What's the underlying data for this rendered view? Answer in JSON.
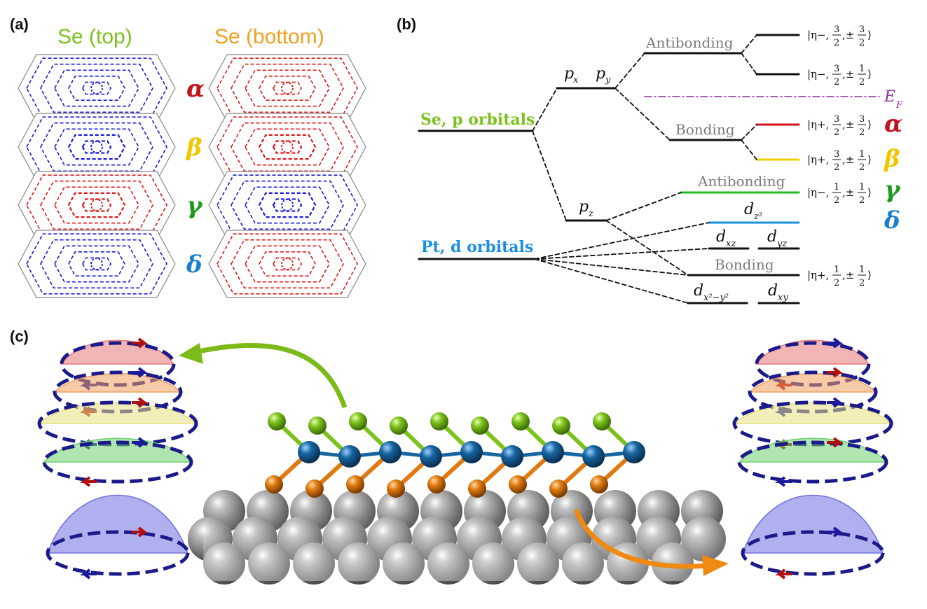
{
  "panels": {
    "a": "(a)",
    "b": "(b)",
    "c": "(c)"
  },
  "panel_a": {
    "col_top": "Se (top)",
    "col_bottom": "Se (bottom)",
    "bands": [
      {
        "label": "α",
        "color": "#c0141e",
        "top_color": "#1a1adb",
        "bottom_color": "#e01818"
      },
      {
        "label": "β",
        "color": "#f1c500",
        "top_color": "#1a1adb",
        "bottom_color": "#e01818"
      },
      {
        "label": "γ",
        "color": "#1e9a1e",
        "top_color": "#e01818",
        "bottom_color": "#1a1adb"
      },
      {
        "label": "δ",
        "color": "#1a7fd0",
        "top_color": "#1a1adb",
        "bottom_color": "#e01818"
      }
    ]
  },
  "panel_b": {
    "se_label": "Se, p orbitals",
    "pt_label": "Pt, d orbitals",
    "se_color": "#7cc21c",
    "pt_color": "#1a8fe0",
    "antibonding_top": "Antibonding",
    "bonding_top": "Bonding",
    "antibonding_mid": "Antibonding",
    "bonding_low": "Bonding",
    "fermi": {
      "main": "E",
      "sub": "F",
      "color": "#8b2a9a"
    },
    "px": {
      "main": "p",
      "sub": "x"
    },
    "py": {
      "main": "p",
      "sub": "y"
    },
    "pz": {
      "main": "p",
      "sub": "z"
    },
    "dz2": {
      "main": "d",
      "sub": "z²"
    },
    "dxz": {
      "main": "d",
      "sub": "xz"
    },
    "dyz": {
      "main": "d",
      "sub": "yz"
    },
    "dx2y2": {
      "main": "d",
      "sub": "x²−y²"
    },
    "dxy": {
      "main": "d",
      "sub": "xy"
    },
    "states": [
      {
        "pre": "|η−,",
        "n1": "3",
        "pm": ",±",
        "n2": "3",
        "d": "2",
        "close": "⟩"
      },
      {
        "pre": "|η−,",
        "n1": "3",
        "pm": ",±",
        "n2": "1",
        "d": "2",
        "close": "⟩"
      },
      {
        "pre": "|η+,",
        "n1": "3",
        "pm": ",±",
        "n2": "3",
        "d": "2",
        "close": "⟩"
      },
      {
        "pre": "|η+,",
        "n1": "3",
        "pm": ",±",
        "n2": "1",
        "d": "2",
        "close": "⟩"
      },
      {
        "pre": "|η−,",
        "n1": "1",
        "pm": ",±",
        "n2": "1",
        "d": "2",
        "close": "⟩"
      },
      {
        "pre": "|η+,",
        "n1": "1",
        "pm": ",±",
        "n2": "1",
        "d": "2",
        "close": "⟩"
      }
    ],
    "greek": [
      "α",
      "β",
      "γ",
      "δ"
    ],
    "level_colors": {
      "alpha": "#d0101a",
      "beta": "#f0d000",
      "gamma": "#22bb22",
      "dz2": "#1a8fe0"
    }
  },
  "panel_c": {
    "cone_colors": [
      "#e87878",
      "#f0a060",
      "#e8e080",
      "#70d070",
      "#7070e0"
    ],
    "se_atom_color": "#7cc21c",
    "pt_atom_color": "#1565a0",
    "se_bottom_color": "#e07a10",
    "substrate_color": "#9a9a9a",
    "arrow_green": "#7cba1a",
    "arrow_orange": "#f08a10"
  }
}
